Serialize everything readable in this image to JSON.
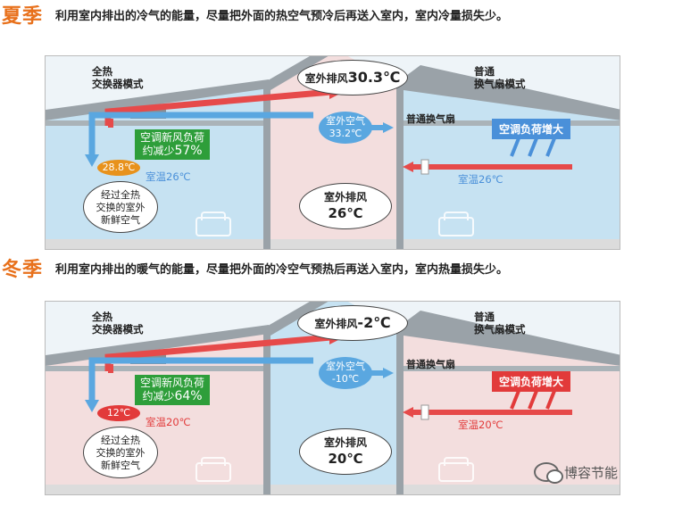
{
  "summer": {
    "season": "夏季",
    "desc": "利用室内排出的冷气的能量，尽量把外面的热空气预冷后再送入室内，室内冷量损失少。",
    "hx_label_1": "全热",
    "hx_label_2": "交换器模式",
    "normal_label_1": "普通",
    "normal_label_2": "换气扇模式",
    "exhaust_top_label": "室外排风",
    "exhaust_top_value": "30.3℃",
    "outdoor_air_label": "室外空气",
    "outdoor_air_value": "33.2℃",
    "fan_label": "普通换气扇",
    "green_line1": "空调新风负荷",
    "green_line2": "约减少",
    "green_pct": "57%",
    "supply_temp": "28.8℃",
    "room_temp_left": "室温26℃",
    "room_temp_right": "室温26℃",
    "load_label": "空调负荷增大",
    "fresh_bubble_1": "经过全热",
    "fresh_bubble_2": "交换的室外",
    "fresh_bubble_3": "新鲜空气",
    "exhaust_bottom_label": "室外排风",
    "exhaust_bottom_value": "26℃",
    "colors": {
      "season": "#e8711c",
      "badge": "#e8921c",
      "load": "#4a90d9",
      "room": "#c6e2f2",
      "mid": "#f3dede"
    }
  },
  "winter": {
    "season": "冬季",
    "desc": "利用室内排出的暖气的能量，尽量把外面的冷空气预热后再送入室内，室内热量损失少。",
    "hx_label_1": "全热",
    "hx_label_2": "交换器模式",
    "normal_label_1": "普通",
    "normal_label_2": "换气扇模式",
    "exhaust_top_label": "室外排风",
    "exhaust_top_value": "-2℃",
    "outdoor_air_label": "室外空气",
    "outdoor_air_value": "-10℃",
    "fan_label": "普通换气扇",
    "green_line1": "空调新风负荷",
    "green_line2": "约减少",
    "green_pct": "64%",
    "supply_temp": "12℃",
    "room_temp_left": "室温20℃",
    "room_temp_right": "室温20℃",
    "load_label": "空调负荷增大",
    "fresh_bubble_1": "经过全热",
    "fresh_bubble_2": "交换的室外",
    "fresh_bubble_3": "新鲜空气",
    "exhaust_bottom_label": "室外排风",
    "exhaust_bottom_value": "20℃",
    "colors": {
      "season": "#e8711c",
      "badge": "#e23a3a",
      "load": "#e23a3a",
      "room": "#f3dede",
      "mid": "#c6e2f2"
    }
  },
  "watermark": "博容节能"
}
